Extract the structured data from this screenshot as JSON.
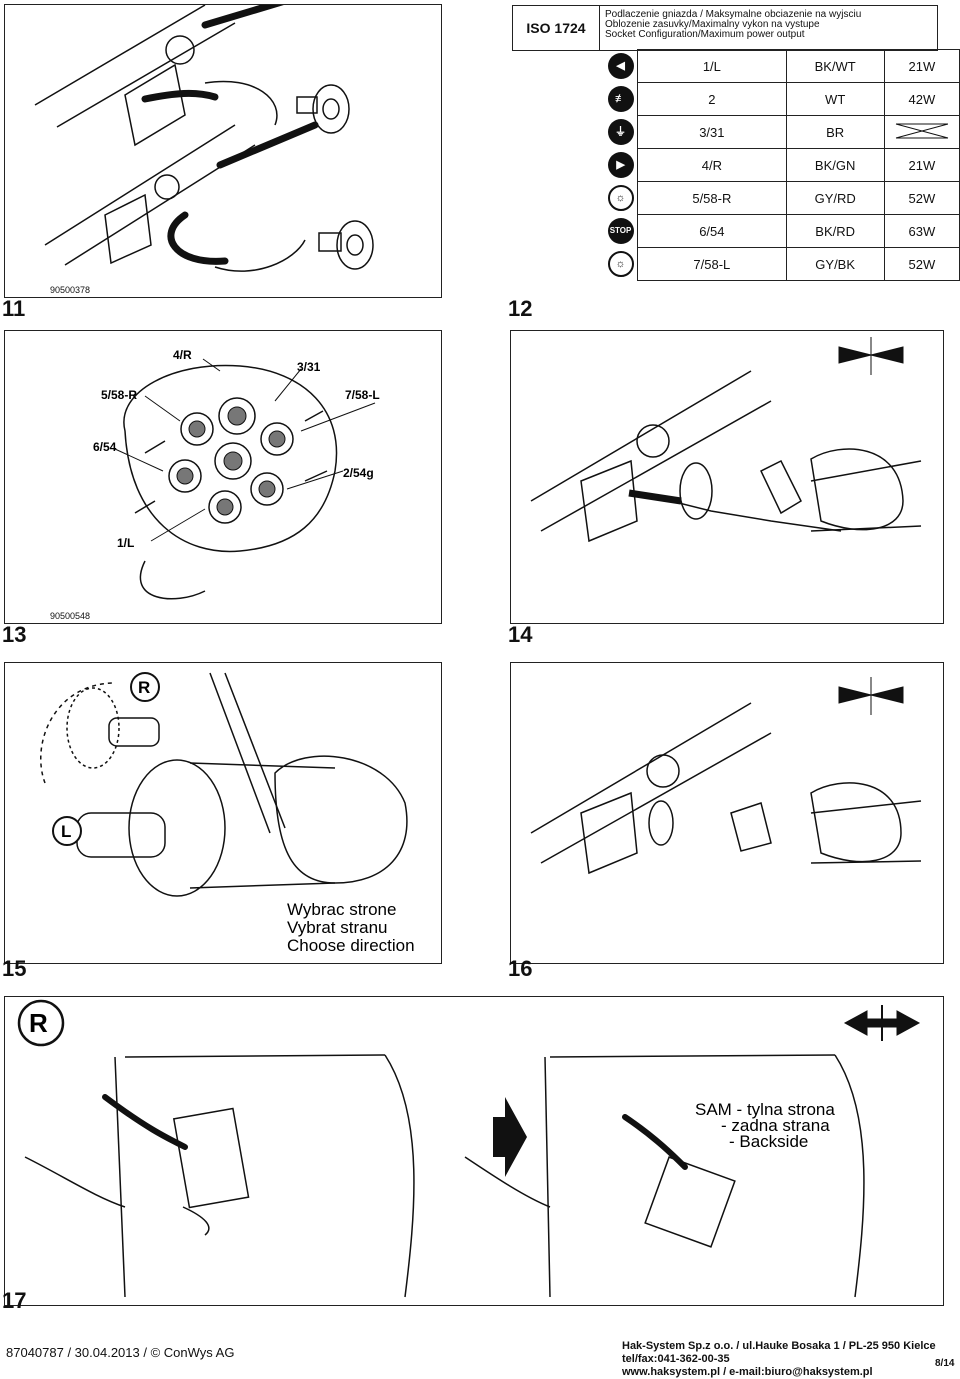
{
  "panels": {
    "p11": {
      "number": "11",
      "code": "90500378"
    },
    "p12": {
      "number": "12",
      "iso": "ISO 1724",
      "title_lines": [
        "Podlaczenie gniazda / Maksymalne obciazenie na wyjsciu",
        "Oblozenie zasuvky/Maximalny vykon na vystupe",
        "Socket Configuration/Maximum power output"
      ],
      "rows": [
        {
          "icon": "left-turn-icon",
          "glyph": "◀",
          "pin": "1/L",
          "color": "BK/WT",
          "power": "21W"
        },
        {
          "icon": "fog-light-icon",
          "glyph": "≢",
          "pin": "2",
          "color": "WT",
          "power": "42W"
        },
        {
          "icon": "ground-icon",
          "glyph": "⏚",
          "pin": "3/31",
          "color": "BR",
          "power": ""
        },
        {
          "icon": "right-turn-icon",
          "glyph": "▶",
          "pin": "4/R",
          "color": "BK/GN",
          "power": "21W"
        },
        {
          "icon": "tail-light-right-icon",
          "glyph": "☼",
          "pin": "5/58-R",
          "color": "GY/RD",
          "power": "52W"
        },
        {
          "icon": "stop-icon",
          "glyph": "STOP",
          "pin": "6/54",
          "color": "BK/RD",
          "power": "63W"
        },
        {
          "icon": "tail-light-left-icon",
          "glyph": "☼",
          "pin": "7/58-L",
          "color": "GY/BK",
          "power": "52W"
        }
      ]
    },
    "p13": {
      "number": "13",
      "code": "90500548",
      "labels": {
        "l4r": "4/R",
        "l331": "3/31",
        "l58r": "5/58-R",
        "l758l": "7/58-L",
        "l654": "6/54",
        "l254g": "2/54g",
        "l1l": "1/L"
      }
    },
    "p14": {
      "number": "14"
    },
    "p15": {
      "number": "15",
      "badge_r": "R",
      "badge_l": "L",
      "caption": [
        "Wybrac strone",
        "Vybrat stranu",
        "Choose direction"
      ]
    },
    "p16": {
      "number": "16"
    },
    "p17": {
      "number": "17",
      "badge_r": "R",
      "caption": [
        "SAM - tylna strona",
        "- zadna strana",
        "- Backside"
      ]
    }
  },
  "footer": {
    "left": "87040787 / 30.04.2013 / © ConWys AG",
    "right_lines": [
      "Hak-System Sp.z o.o. / ul.Hauke Bosaka 1 / PL-25 950 Kielce",
      "tel/fax:041-362-00-35",
      "www.haksystem.pl / e-mail:biuro@haksystem.pl"
    ],
    "page": "8/14"
  },
  "colors": {
    "ink": "#111111",
    "paper": "#ffffff"
  }
}
